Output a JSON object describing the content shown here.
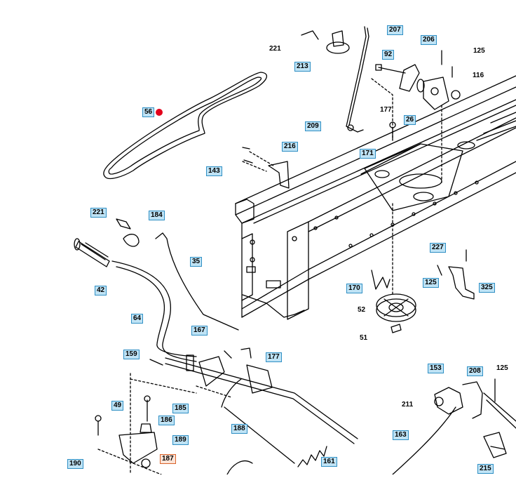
{
  "diagram": {
    "callouts": [
      {
        "id": "c221a",
        "text": "221",
        "boxed": false
      },
      {
        "id": "c213",
        "text": "213",
        "boxed": true
      },
      {
        "id": "c207",
        "text": "207",
        "boxed": true
      },
      {
        "id": "c206",
        "text": "206",
        "boxed": true
      },
      {
        "id": "c125a",
        "text": "125",
        "boxed": false
      },
      {
        "id": "c92",
        "text": "92",
        "boxed": true
      },
      {
        "id": "c116",
        "text": "116",
        "boxed": false
      },
      {
        "id": "c177a",
        "text": "177",
        "boxed": false
      },
      {
        "id": "c26",
        "text": "26",
        "boxed": true
      },
      {
        "id": "c56",
        "text": "56",
        "boxed": true
      },
      {
        "id": "c209",
        "text": "209",
        "boxed": true
      },
      {
        "id": "c171",
        "text": "171",
        "boxed": true
      },
      {
        "id": "c216",
        "text": "216",
        "boxed": true
      },
      {
        "id": "c143",
        "text": "143",
        "boxed": true
      },
      {
        "id": "c221b",
        "text": "221",
        "boxed": true
      },
      {
        "id": "c184",
        "text": "184",
        "boxed": true
      },
      {
        "id": "c227",
        "text": "227",
        "boxed": true
      },
      {
        "id": "c35",
        "text": "35",
        "boxed": true
      },
      {
        "id": "c42",
        "text": "42",
        "boxed": true
      },
      {
        "id": "c125b",
        "text": "125",
        "boxed": true
      },
      {
        "id": "c325",
        "text": "325",
        "boxed": true
      },
      {
        "id": "c170",
        "text": "170",
        "boxed": true
      },
      {
        "id": "c52",
        "text": "52",
        "boxed": false
      },
      {
        "id": "c64",
        "text": "64",
        "boxed": true
      },
      {
        "id": "c51",
        "text": "51",
        "boxed": false
      },
      {
        "id": "c167",
        "text": "167",
        "boxed": true
      },
      {
        "id": "c159",
        "text": "159",
        "boxed": true
      },
      {
        "id": "c177b",
        "text": "177",
        "boxed": true
      },
      {
        "id": "c153",
        "text": "153",
        "boxed": true
      },
      {
        "id": "c208",
        "text": "208",
        "boxed": true
      },
      {
        "id": "c125c",
        "text": "125",
        "boxed": false
      },
      {
        "id": "c49",
        "text": "49",
        "boxed": true
      },
      {
        "id": "c185",
        "text": "185",
        "boxed": true
      },
      {
        "id": "c211",
        "text": "211",
        "boxed": false
      },
      {
        "id": "c186",
        "text": "186",
        "boxed": true
      },
      {
        "id": "c188",
        "text": "188",
        "boxed": true
      },
      {
        "id": "c163",
        "text": "163",
        "boxed": true
      },
      {
        "id": "c189",
        "text": "189",
        "boxed": true
      },
      {
        "id": "c187",
        "text": "187",
        "boxed": true,
        "highlighted": true
      },
      {
        "id": "c161",
        "text": "161",
        "boxed": true
      },
      {
        "id": "c190",
        "text": "190",
        "boxed": true
      },
      {
        "id": "c215",
        "text": "215",
        "boxed": true
      }
    ],
    "selected_marker": {
      "part": "56",
      "color": "#e3001b"
    },
    "colors": {
      "label_fill": "#bfe3f5",
      "label_border": "#2f8fc4",
      "highlight_fill": "#fbe3d6",
      "highlight_border": "#d9632b",
      "line": "#000000"
    }
  }
}
